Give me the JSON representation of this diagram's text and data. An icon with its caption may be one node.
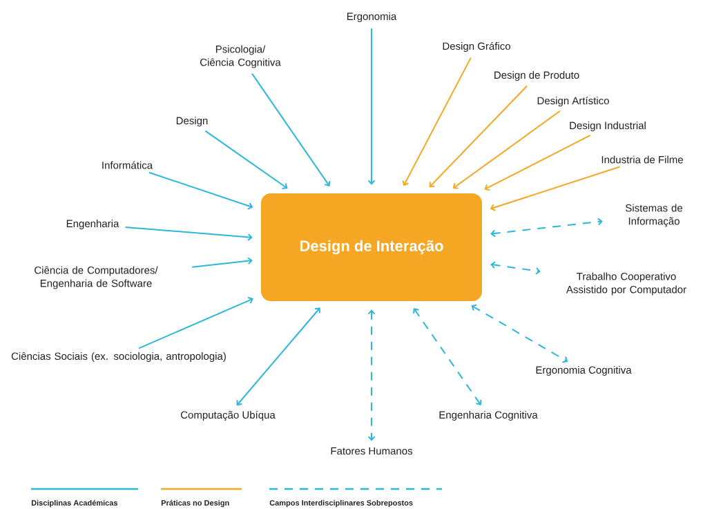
{
  "diagram": {
    "nodes": [
      {
        "text": [
          "Design de Interação"
        ]
      },
      {
        "text": [
          "Ergonomia"
        ]
      },
      {
        "text": [
          "Psicologia/ Ciência Cognitiva"
        ]
      },
      {
        "text": [
          "Design Gráfico"
        ]
      },
      {
        "text": [
          "Design de Produto"
        ]
      },
      {
        "text": [
          "Design Artístico"
        ]
      },
      {
        "text": [
          "Design"
        ]
      },
      {
        "text": [
          "Design Industrial"
        ]
      },
      {
        "text": [
          "Informática"
        ]
      },
      {
        "text": [
          "Industria de Filme"
        ]
      },
      {
        "text": [
          "Sistemas de Informação"
        ]
      },
      {
        "text": [
          "Engenharia"
        ]
      },
      {
        "text": [
          "Ciência de Computadores/ Engenharia de Software"
        ]
      },
      {
        "text": [
          "Trabalho Cooperativo Assistido por Computador"
        ]
      },
      {
        "text": [
          "Ciências Sociais (ex. sociologia, antropologia)"
        ]
      },
      {
        "text": [
          "Ergonomia Cognitiva"
        ]
      },
      {
        "text": [
          "Computação Ubíqua"
        ]
      },
      {
        "text": [
          "Engenharia Cognitiva"
        ]
      },
      {
        "text": [
          "Fatores Humanos"
        ]
      }
    ],
    "edges": [
      {
        "from": 1,
        "to": 0,
        "arrow": "to"
      },
      {
        "from": 2,
        "to": 0,
        "arrow": "to"
      },
      {
        "from": 3,
        "to": 0,
        "arrow": "to",
        "color": "#f5a623"
      },
      {
        "from": 4,
        "to": 0,
        "arrow": "to",
        "color": "#f5a623"
      },
      {
        "from": 5,
        "to": 0,
        "arrow": "to",
        "color": "#f5a623"
      },
      {
        "from": 6,
        "to": 0,
        "arrow": "to"
      },
      {
        "from": 7,
        "to": 0,
        "arrow": "to",
        "color": "#f5a623"
      },
      {
        "from": 8,
        "to": 0,
        "arrow": "to"
      },
      {
        "from": 9,
        "to": 0,
        "arrow": "to",
        "color": "#f5a623"
      },
      {
        "from": 0,
        "to": 10,
        "arrow": "both",
        "style": "dashed"
      },
      {
        "from": 11,
        "to": 0,
        "arrow": "to"
      },
      {
        "from": 12,
        "to": 0,
        "arrow": "to"
      },
      {
        "from": 0,
        "to": 13,
        "arrow": "both",
        "style": "dashed"
      },
      {
        "from": 14,
        "to": 0,
        "arrow": "to"
      },
      {
        "from": 0,
        "to": 15,
        "arrow": "both",
        "style": "dashed"
      },
      {
        "from": 16,
        "to": 0,
        "arrow": "both"
      },
      {
        "from": 0,
        "to": 17,
        "arrow": "both",
        "style": "dashed"
      },
      {
        "from": 0,
        "to": 18,
        "arrow": "both",
        "style": "dashed"
      }
    ],
    "legend": [
      {
        "text": "Disciplinas Académicas"
      },
      {
        "text": "Práticas no Design"
      },
      {
        "text": "Campos Interdisciplinares Sobrepostos"
      }
    ]
  }
}
